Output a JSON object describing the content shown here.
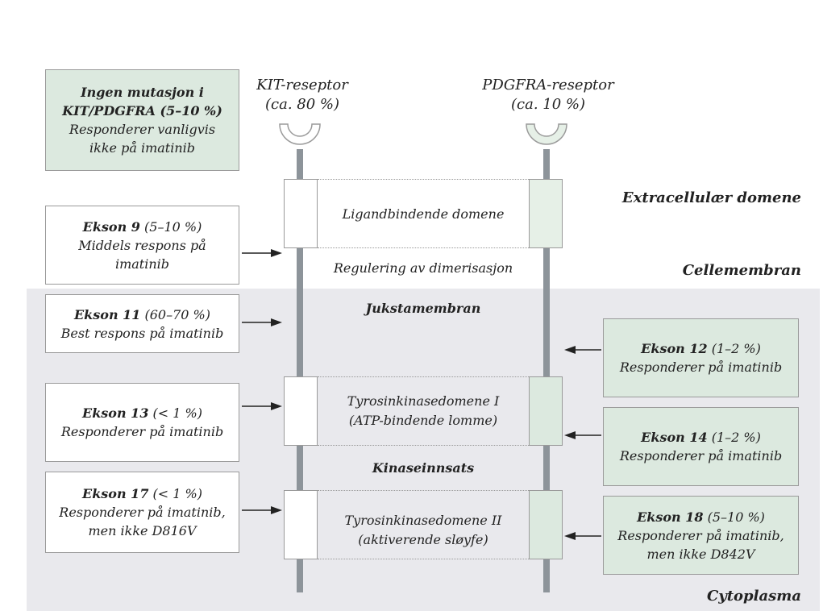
{
  "colors": {
    "green": "#dce9df",
    "pale_green": "#e6f0e7",
    "shade": "#e9e9ed",
    "stem": "#8d949a",
    "white": "#ffffff"
  },
  "receptors": {
    "kit": {
      "name": "KIT-reseptor",
      "share": "(ca. 80 %)"
    },
    "pdgfra": {
      "name": "PDGFRA-reseptor",
      "share": "(ca. 10 %)"
    }
  },
  "regions": {
    "extracellular": "Extracellulær domene",
    "membrane": "Cellemembran",
    "cytoplasm": "Cytoplasma"
  },
  "domains": {
    "ligand": "Ligandbindende domene",
    "dimer": "Regulering av dimerisasjon",
    "juxta": "Jukstamembran",
    "tk1_line1": "Tyrosinkinasedomene I",
    "tk1_line2": "(ATP-bindende lomme)",
    "kinase_insert": "Kinaseinnsats",
    "tk2_line1": "Tyrosinkinasedomene II",
    "tk2_line2": "(aktiverende sløyfe)"
  },
  "boxes": {
    "no_mutation": {
      "line1": "Ingen mutasjon i",
      "line2": "KIT/PDGFRA (5–10 %)",
      "line3": "Responderer vanligvis",
      "line4": "ikke på imatinib"
    },
    "exon9": {
      "title": "Ekson 9",
      "pct": " (5–10 %)",
      "line2": "Middels respons på",
      "line3": "imatinib"
    },
    "exon11": {
      "title": "Ekson 11",
      "pct": " (60–70 %)",
      "line2": "Best respons på imatinib"
    },
    "exon13": {
      "title": "Ekson 13",
      "pct": " (< 1 %)",
      "line2": "Responderer på imatinib"
    },
    "exon17": {
      "title": "Ekson 17",
      "pct": " (< 1 %)",
      "line2": "Responderer på imatinib,",
      "line3": "men ikke D816V"
    },
    "exon12": {
      "title": "Ekson 12",
      "pct": " (1–2 %)",
      "line2": "Responderer på imatinib"
    },
    "exon14": {
      "title": "Ekson 14",
      "pct": " (1–2 %)",
      "line2": "Responderer på imatinib"
    },
    "exon18": {
      "title": "Ekson 18",
      "pct": " (5–10 %)",
      "line2": "Responderer på imatinib,",
      "line3": "men ikke D842V"
    }
  }
}
